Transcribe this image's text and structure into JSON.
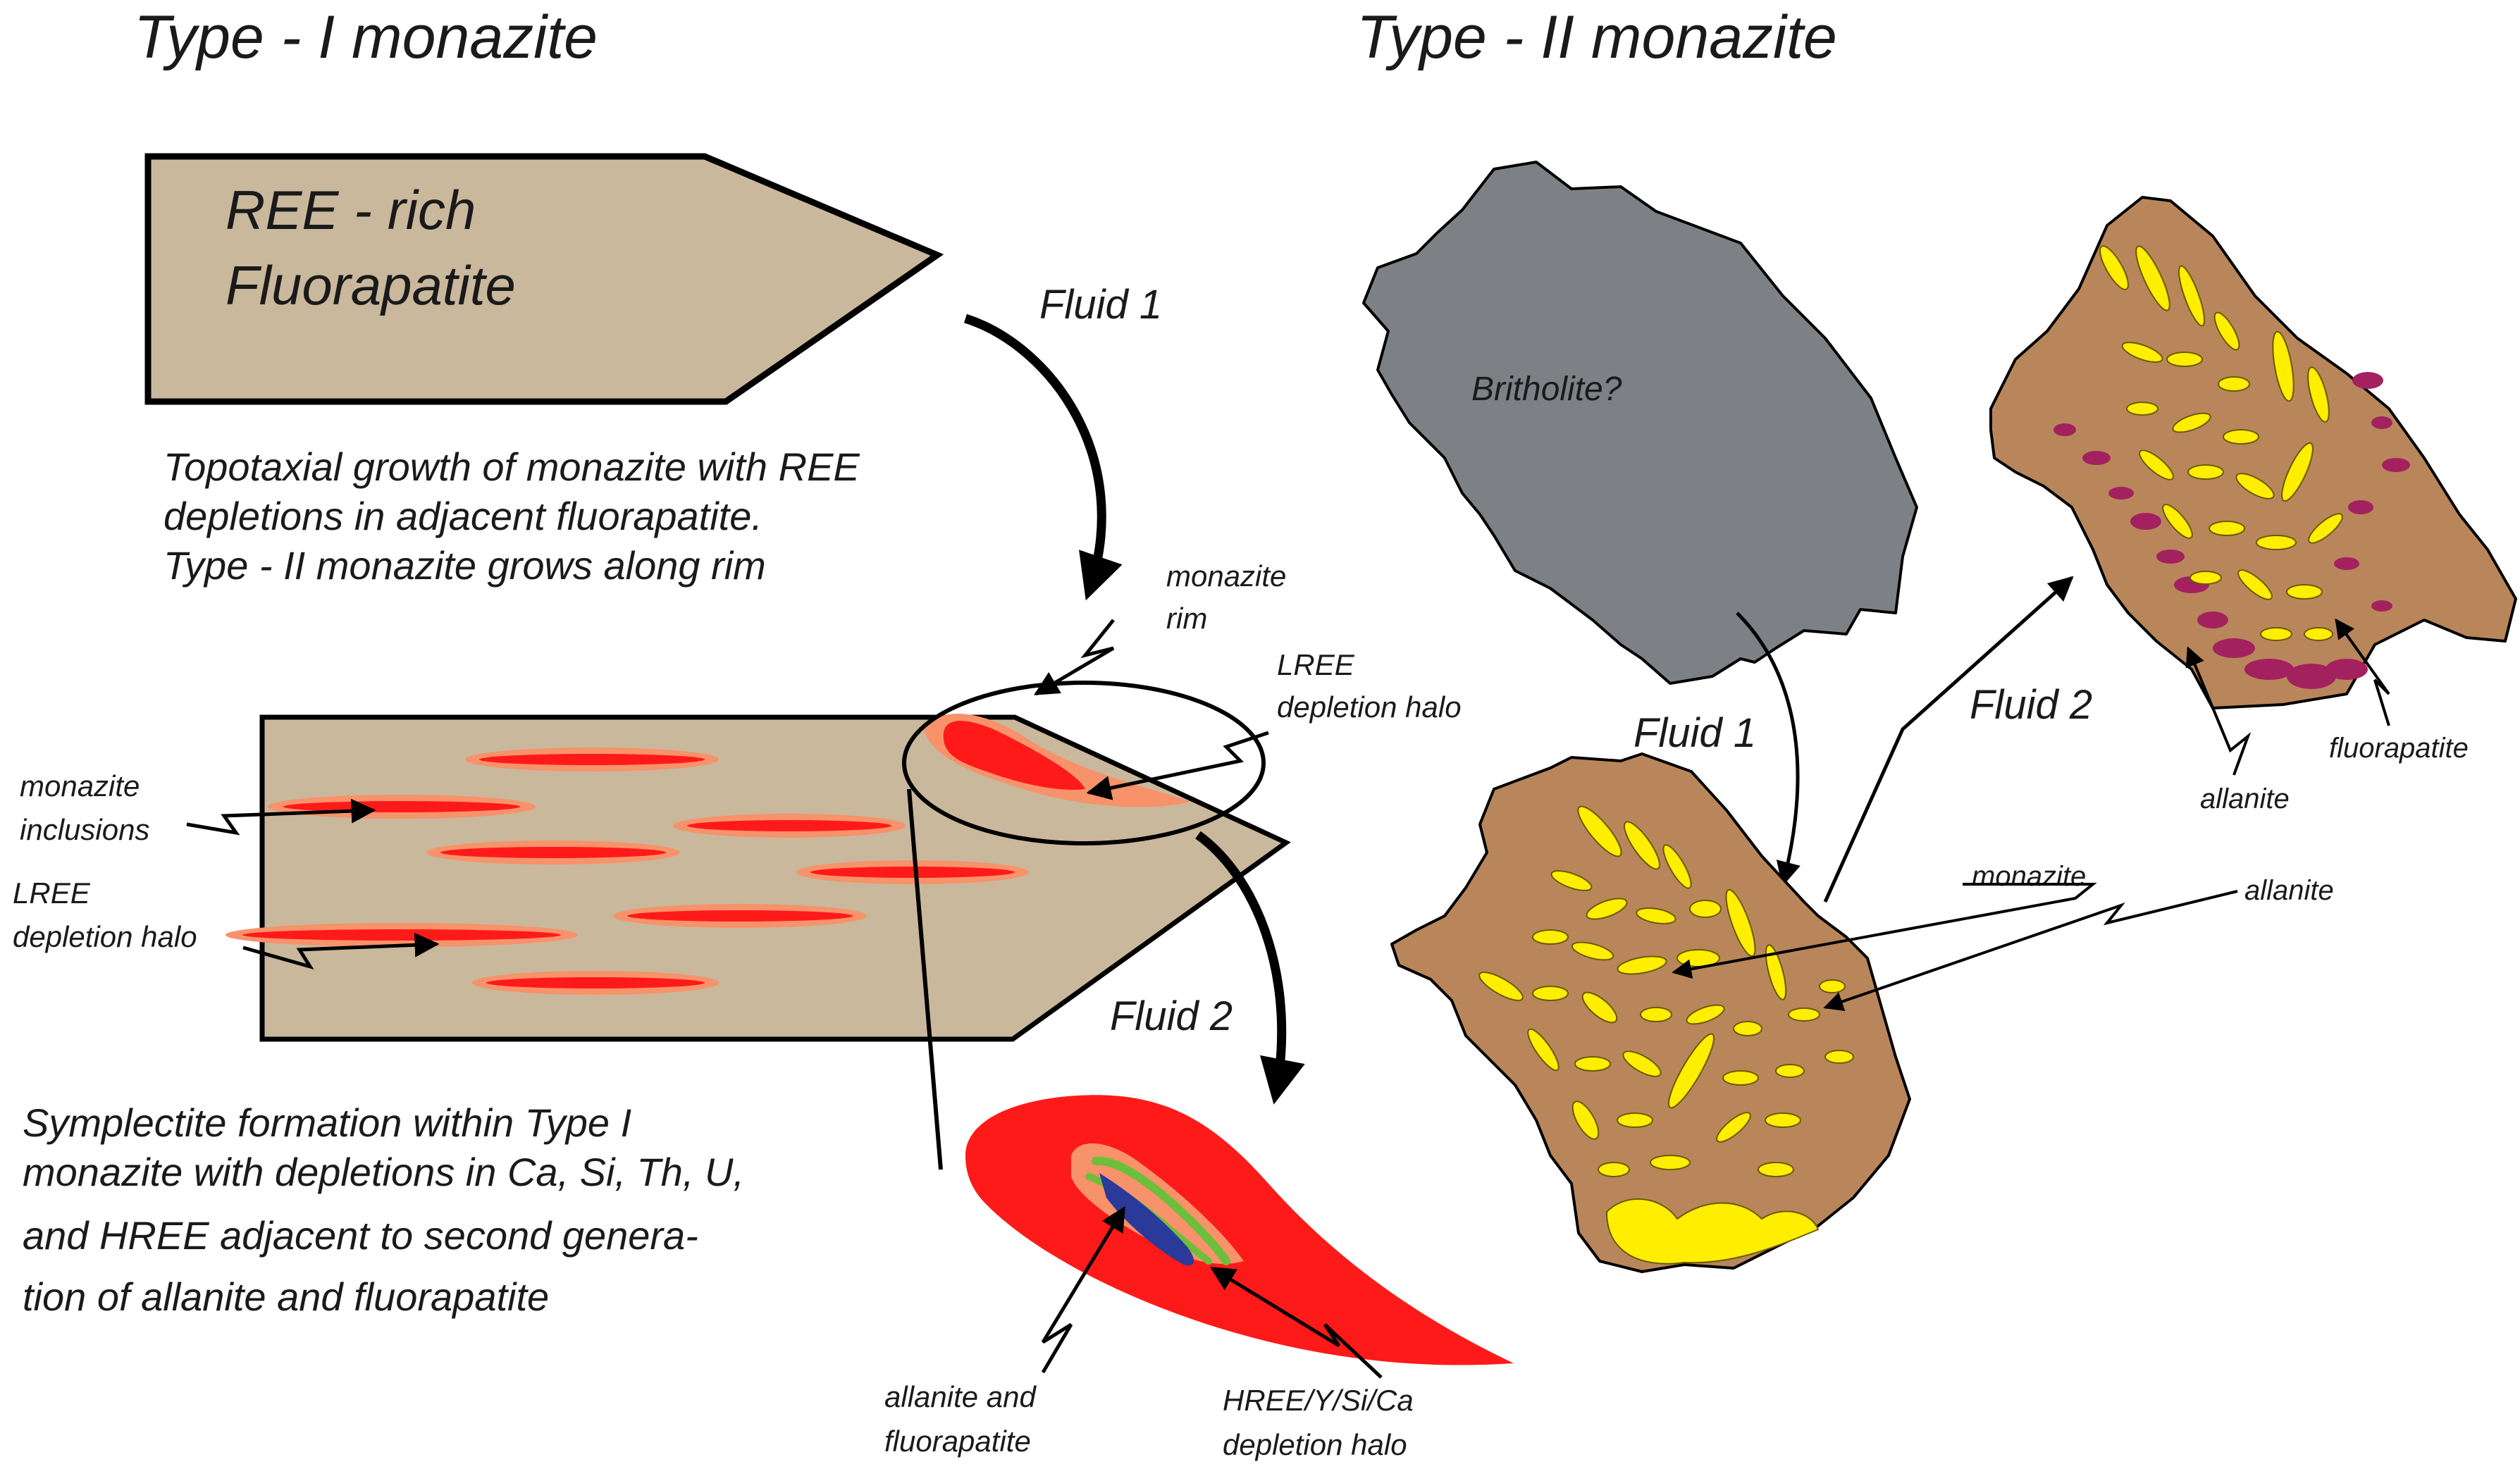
{
  "titles": {
    "type1": "Type - I monazite",
    "type2": "Type - II monazite"
  },
  "fluorapatite_box": {
    "line1": "REE - rich",
    "line2": "Fluorapatite"
  },
  "fluid_labels": {
    "left_fluid1": "Fluid 1",
    "left_fluid2": "Fluid 2",
    "right_fluid1": "Fluid 1",
    "right_fluid2": "Fluid 2"
  },
  "paragraph1": [
    "Topotaxial growth of monazite with REE",
    "depletions in adjacent fluorapatite.",
    "Type - II monazite grows along rim"
  ],
  "paragraph2": [
    "Symplectite formation within Type I",
    "monazite with depletions in Ca, Si, Th, U,",
    "and HREE adjacent to second genera-",
    "tion of allanite and fluorapatite"
  ],
  "left_labels": {
    "monazite_rim": [
      "monazite",
      "rim"
    ],
    "lree_halo_top": [
      "LREE",
      "depletion halo"
    ],
    "monazite_inclusions": [
      "monazite",
      "inclusions"
    ],
    "lree_halo_left": [
      "LREE",
      "depletion halo"
    ],
    "allanite_and_fluorapatite": [
      "allanite and",
      "fluorapatite"
    ],
    "hree_halo": [
      "HREE/Y/Si/Ca",
      "depletion halo"
    ]
  },
  "right_labels": {
    "britholite": "Britholite?",
    "monazite": "monazite",
    "allanite_mid": "allanite",
    "allanite_top": "allanite",
    "fluorapatite": "fluorapatite"
  },
  "colors": {
    "apatite_tan": "#c9b89c",
    "monazite_red": "#ff1a1a",
    "halo_salmon": "#f7926a",
    "britholite_grey": "#7d8185",
    "grain_brown": "#b8865a",
    "allanite_yellow": "#ffee00",
    "fluorapatite_magenta": "#a3215f",
    "symplectite_green": "#6cbf3a",
    "symplectite_blue": "#2a3a9a"
  }
}
